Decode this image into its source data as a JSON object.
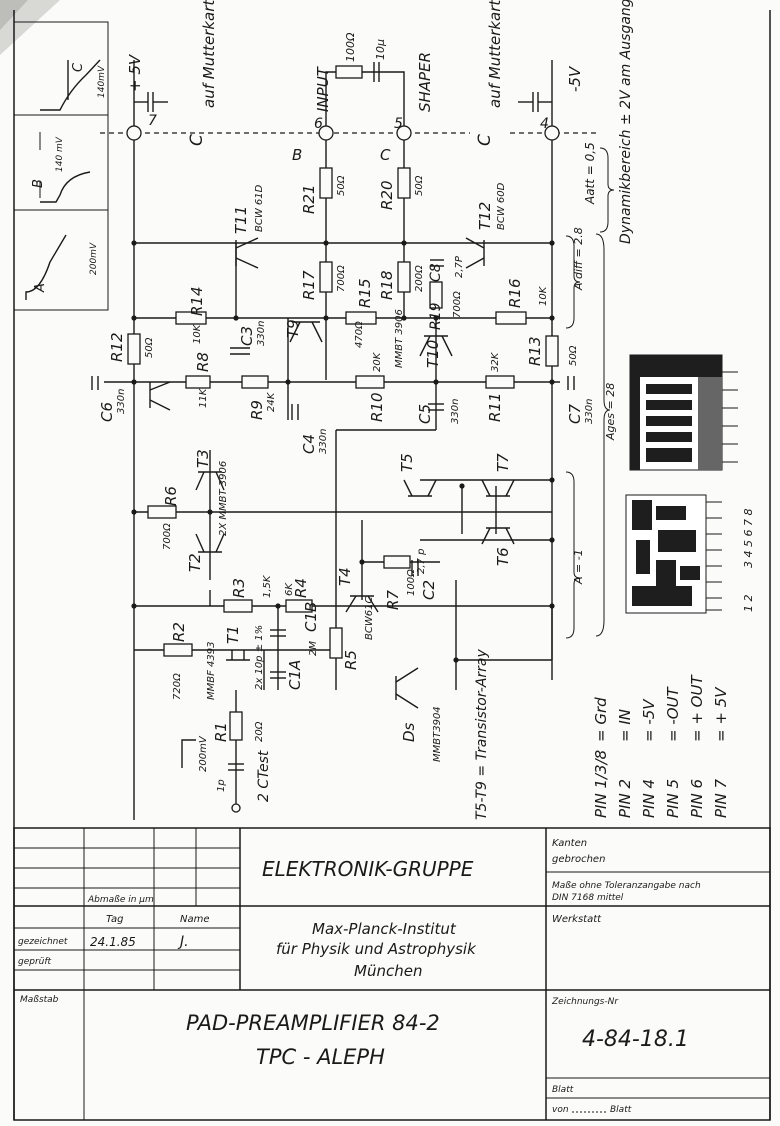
{
  "schematic": {
    "rails": {
      "pos": "+ 5V",
      "neg": "-5V"
    },
    "connectors": [
      {
        "id": "C",
        "text": "C",
        "sub": "auf Mutterkarte",
        "pin": "7"
      },
      {
        "id": "B",
        "text": "B",
        "label": "INPUT",
        "pin": "6"
      },
      {
        "id": "C2",
        "text": "C",
        "label": "SHAPER",
        "pin": "5"
      },
      {
        "id": "C3",
        "text": "C",
        "sub": "auf Mutterkarte",
        "pin": "4"
      }
    ],
    "resistors": {
      "r100": "100Ω",
      "r21": "R21",
      "r21v": "50Ω",
      "r20": "R20",
      "r20v": "50Ω",
      "r17": "R17",
      "r17v": "700Ω",
      "r18": "R18",
      "r18v": "200Ω",
      "r15": "R15",
      "r15v": "470Ω",
      "r16": "R16",
      "r16v": "10K",
      "r14": "R14",
      "r14v": "10K",
      "r12": "R12",
      "r12v": "50Ω",
      "r8": "R8",
      "r8v": "11K",
      "r9": "R9",
      "r9v": "24K",
      "r10": "R10",
      "r10v": "20K",
      "r11": "R11",
      "r11v": "32K",
      "r13": "R13",
      "r13v": "50Ω",
      "r19": "R19",
      "r19v": "700Ω",
      "r6": "R6",
      "r6v": "700Ω",
      "r3": "R3",
      "r3v": "1,5K",
      "r4": "R4",
      "r4v": "6K",
      "r5": "R5",
      "r7": "R7",
      "r7v": "100Ω",
      "r2": "R2",
      "r2v": "720Ω",
      "r1": "R1",
      "r1v": "20Ω"
    },
    "capacitors": {
      "c10u": "10μ",
      "c8": "C8",
      "c8v": "2,7P",
      "c3": "C3",
      "c3v": "330n",
      "c6": "C6",
      "c6v": "330n",
      "c4": "C4",
      "c4v": "330n",
      "c5": "C5",
      "c5v": "330n",
      "c7": "C7",
      "c7v": "330n",
      "c2": "C2",
      "c2v": "2,7 p",
      "c1a": "C1A",
      "c1av": "2M",
      "c1b": "C1B",
      "ctest": "2 CTest",
      "ctestv": "1p",
      "c1note": "2x 10p ± 1%"
    },
    "transistors": {
      "t11": "T11",
      "t11p": "BCW 61D",
      "t12": "T12",
      "t12p": "BCW 60D",
      "t9": "T9",
      "t10": "T10",
      "t10p": "MMBT 3906",
      "t3": "T3",
      "t2": "T2",
      "t23p": "2X MMBT 3906",
      "t5": "T5",
      "t6": "T6",
      "t7": "T7",
      "t4": "T4",
      "t4p": "BCW61C",
      "t1": "T1",
      "t1p": "MMBF 4393",
      "ds": "Ds",
      "dsp": "MMBT3904"
    },
    "notes": {
      "array": "T5-T9 = Transistor-Array",
      "att": "Aatt = 0,5",
      "dyn": "Dynamikbereich ± 2V am Ausgang",
      "adiff": "A diff = 2.8",
      "ages": "Ages = 28",
      "a1": "A = -1",
      "pulse200": "200mV",
      "a_label": "A",
      "b_label": "B",
      "c_label": "C",
      "b_amp": "140 mV",
      "c_amp": "140mV",
      "test_amp": "200mV",
      "pcb_nums": "3 4 5 6 7 8",
      "pcb_12": "1 2"
    },
    "pins": [
      {
        "pin": "PIN 1/3/8",
        "val": "= Grd"
      },
      {
        "pin": "PIN 2",
        "val": "= IN"
      },
      {
        "pin": "PIN 4",
        "val": "= -5V"
      },
      {
        "pin": "PIN 5",
        "val": "= -OUT"
      },
      {
        "pin": "PIN 6",
        "val": "= + OUT"
      },
      {
        "pin": "PIN 7",
        "val": "= + 5V"
      }
    ]
  },
  "titleblock": {
    "kanten1": "Kanten",
    "kanten2": "gebrochen",
    "group": "ELEKTRONIK-GRUPPE",
    "masse1": "Maße ohne Toleranzangabe nach",
    "masse2": "DIN 7168 mittel",
    "abmasse": "Abmaße in μm",
    "tag": "Tag",
    "name": "Name",
    "werkstatt": "Werkstatt",
    "gezeichnet": "gezeichnet",
    "geprueft": "geprüft",
    "date": "24.1.85",
    "initials": "J.",
    "inst1": "Max-Planck-Institut",
    "inst2": "für Physik und Astrophysik",
    "inst3": "München",
    "massstab": "Maßstab",
    "zeichnungsnr": "Zeichnungs-Nr",
    "drawing_no": "4-84-18.1",
    "title1": "PAD-PREAMPLIFIER 84-2",
    "title2": "TPC - ALEPH",
    "blatt": "Blatt",
    "von": "von",
    "von_blatt": "Blatt"
  },
  "colors": {
    "ink": "#1a1a1a",
    "paper": "#fbfbf9"
  }
}
